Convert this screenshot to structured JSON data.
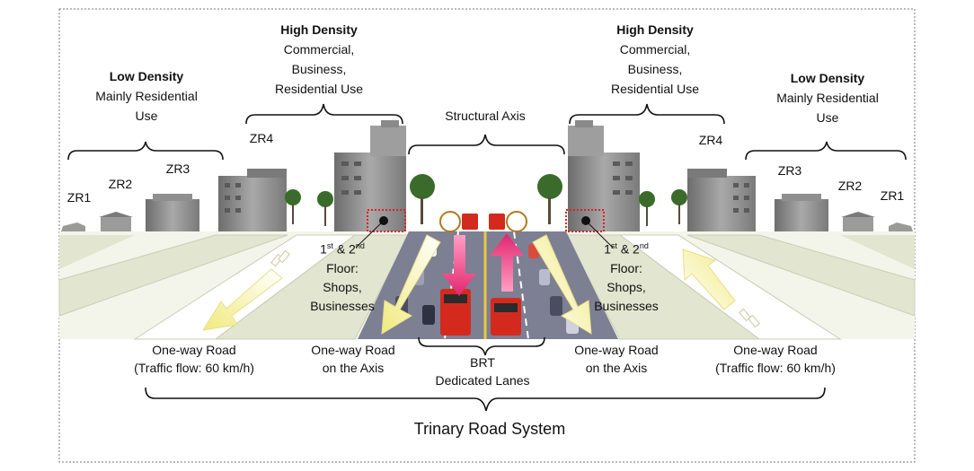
{
  "zones": {
    "low_left": {
      "heading": "Low Density",
      "line1": "Mainly Residential",
      "line2": "Use"
    },
    "high_left": {
      "heading": "High Density",
      "line1": "Commercial,",
      "line2": "Business,",
      "line3": "Residential Use"
    },
    "axis": {
      "label": "Structural Axis"
    },
    "high_right": {
      "heading": "High Density",
      "line1": "Commercial,",
      "line2": "Business,",
      "line3": "Residential Use"
    },
    "low_right": {
      "heading": "Low Density",
      "line1": "Mainly Residential",
      "line2": "Use"
    }
  },
  "zr_labels": {
    "left": [
      "ZR1",
      "ZR2",
      "ZR3",
      "ZR4"
    ],
    "right": [
      "ZR4",
      "ZR3",
      "ZR2",
      "ZR1"
    ]
  },
  "floor_note": {
    "line1_a": "1",
    "sup1": "st",
    "line1_b": " & 2",
    "sup2": "nd",
    "line2": "Floor:",
    "line3": "Shops,",
    "line4": "Businesses"
  },
  "roads": {
    "outer_left": {
      "line1": "One-way Road",
      "line2": "(Traffic flow: 60 km/h)"
    },
    "axis_left": {
      "line1": "One-way Road",
      "line2": "on the Axis"
    },
    "brt": {
      "line1": "BRT",
      "line2": "Dedicated Lanes"
    },
    "axis_right": {
      "line1": "One-way Road",
      "line2": "on the Axis"
    },
    "outer_right": {
      "line1": "One-way Road",
      "line2": "(Traffic flow: 60 km/h)"
    }
  },
  "system_title": "Trinary Road System",
  "colors": {
    "road_strip": "#e6e8d6",
    "axis_road": "#7d7f93",
    "building": "#8a8a8a",
    "arrow_yellow": "#f4f0a8",
    "arrow_pink": "#e8367a",
    "bus_red": "#d42a1e",
    "marker_red": "#e02020",
    "tree": "#3a6b2a"
  },
  "icons": [
    "building-icon",
    "tree-icon",
    "bus-icon",
    "car-icon",
    "arrow-icon"
  ]
}
